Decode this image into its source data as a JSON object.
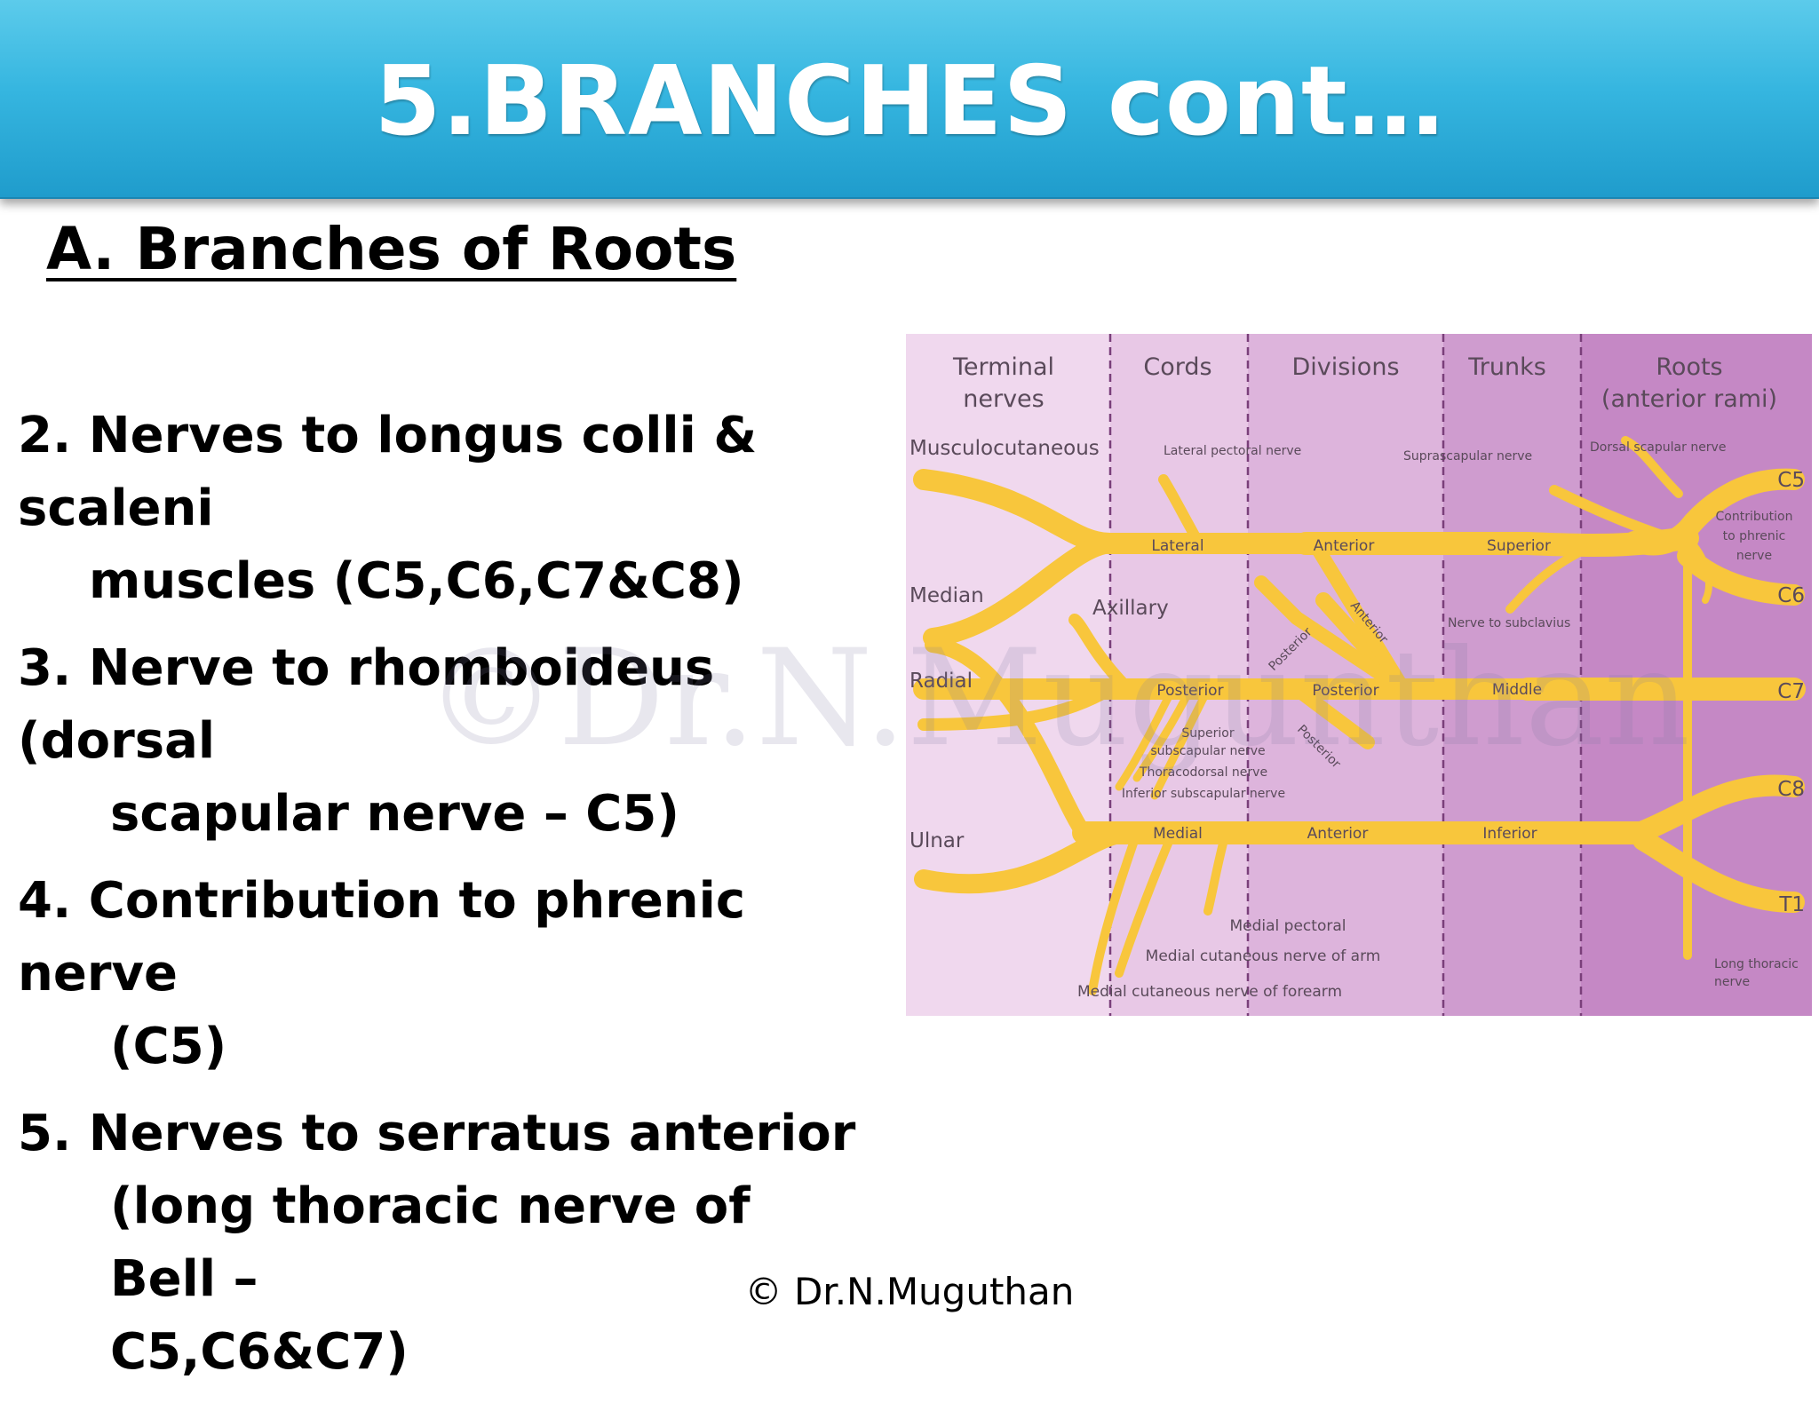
{
  "slide": {
    "title": "5.BRANCHES cont…",
    "subheading": "A. Branches of Roots",
    "points": [
      {
        "line1": "2. Nerves to longus colli & scaleni",
        "line2": "muscles (C5,C6,C7&C8)"
      },
      {
        "line1": "3. Nerve to rhomboideus (dorsal",
        "line2": "scapular nerve – C5)"
      },
      {
        "line1": "4. Contribution to phrenic nerve",
        "line2": "(C5)"
      },
      {
        "line1": "5. Nerves to serratus anterior",
        "line2": "(long thoracic nerve of Bell –",
        "line3": "C5,C6&C7)"
      }
    ],
    "watermark": "©Dr.N.Mugunthan",
    "footer": "© Dr.N.Muguthan"
  },
  "diagram": {
    "column_headers": {
      "terminal": [
        "Terminal",
        "nerves"
      ],
      "cords": "Cords",
      "divisions": "Divisions",
      "trunks": "Trunks",
      "roots": [
        "Roots",
        "(anterior rami)"
      ]
    },
    "terminal_nerves": [
      "Musculocutaneous",
      "Median",
      "Radial",
      "Ulnar"
    ],
    "roots": [
      "C5",
      "C6",
      "C7",
      "C8",
      "T1"
    ],
    "trunks": [
      "Superior",
      "Middle",
      "Inferior"
    ],
    "cords": [
      "Lateral",
      "Posterior",
      "Medial"
    ],
    "divisions": [
      "Anterior",
      "Posterior",
      "Anterior",
      "Anterior",
      "Posterior",
      "Posterior"
    ],
    "branches": {
      "axillary": "Axillary",
      "lateral_pectoral": "Lateral pectoral nerve",
      "suprascapular": "Suprascapular nerve",
      "dorsal_scapular": "Dorsal scapular nerve",
      "phrenic": [
        "Contribution",
        "to phrenic",
        "nerve"
      ],
      "subclavius": "Nerve to subclavius",
      "superior_subscapular": [
        "Superior",
        "subscapular nerve"
      ],
      "thoracodorsal": "Thoracodorsal nerve",
      "inferior_subscapular": "Inferior subscapular nerve",
      "medial_pectoral": "Medial pectoral",
      "med_cut_arm": "Medial cutaneous nerve of arm",
      "med_cut_forearm": "Medial cutaneous nerve of forearm",
      "long_thoracic": [
        "Long thoracic",
        "nerve"
      ]
    },
    "colors": {
      "nerve": "#f8c63c",
      "col_terminal": "#f0d8ee",
      "col_cords": "#e8c8e6",
      "col_divisions": "#ddb4dc",
      "col_trunks": "#cf9ccf",
      "col_roots": "#c588c5"
    }
  }
}
